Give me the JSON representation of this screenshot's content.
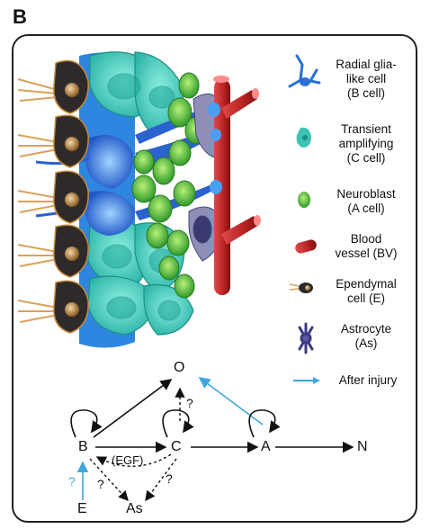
{
  "panel_label": "B",
  "legend": [
    {
      "icon": "radial-glia-icon",
      "lines": [
        "Radial glia-",
        "like cell",
        "(B cell)"
      ]
    },
    {
      "icon": "transient-amplifying-icon",
      "lines": [
        "Transient",
        "amplifying",
        "(C cell)"
      ]
    },
    {
      "icon": "neuroblast-icon",
      "lines": [
        "Neuroblast",
        "(A cell)"
      ]
    },
    {
      "icon": "blood-vessel-icon",
      "lines": [
        "Blood",
        "vessel (BV)"
      ]
    },
    {
      "icon": "ependymal-icon",
      "lines": [
        "Ependymal",
        "cell (E)"
      ]
    },
    {
      "icon": "astrocyte-icon",
      "lines": [
        "Astrocyte",
        "(As)"
      ]
    },
    {
      "icon": "after-injury-arrow-icon",
      "lines": [
        "After injury"
      ]
    }
  ],
  "lineage": {
    "nodes": {
      "O": "O",
      "B": "B",
      "C": "C",
      "A": "A",
      "N": "N",
      "As": "As",
      "E": "E"
    },
    "egf_label": "(EGF)",
    "question_mark": "?"
  },
  "colors": {
    "injury_blue": "#3fa7dc",
    "radial_glia_blue": "#2a6fd6",
    "c_cell_teal": "#3cc3b5",
    "neuroblast_green": "#49b83a",
    "vessel_red": "#c42a2a",
    "ependymal_dark": "#2e2a2a",
    "astrocyte_purple": "#5a5aa8"
  }
}
